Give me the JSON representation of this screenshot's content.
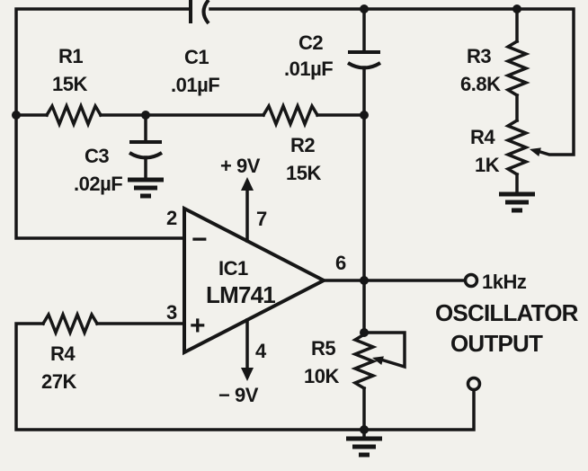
{
  "meta": {
    "description": "Twin-T 1kHz audio oscillator schematic built around an LM741 op-amp",
    "ink_color": "#161616",
    "paper_color": "#f2f1ec"
  },
  "components": {
    "r1": {
      "ref": "R1",
      "value": "15K"
    },
    "r2": {
      "ref": "R2",
      "value": "15K"
    },
    "r3": {
      "ref": "R3",
      "value": "6.8K"
    },
    "r4_trimmer": {
      "ref": "R4",
      "value": "1K"
    },
    "r4_bottom": {
      "ref": "R4",
      "value": "27K"
    },
    "r5": {
      "ref": "R5",
      "value": "10K"
    },
    "c1": {
      "ref": "C1",
      "value": ".01µF"
    },
    "c2": {
      "ref": "C2",
      "value": ".01µF"
    },
    "c3": {
      "ref": "C3",
      "value": ".02µF"
    }
  },
  "opamp": {
    "ref": "IC1",
    "part": "LM741",
    "minus_sign": "−",
    "plus_sign": "+",
    "pin_inverting": "2",
    "pin_noninverting": "3",
    "pin_vplus": "7",
    "pin_vminus": "4",
    "pin_output": "6"
  },
  "power": {
    "positive": "+ 9V",
    "negative": "− 9V"
  },
  "output": {
    "freq": "1kHz",
    "line1": "OSCILLATOR",
    "line2": "OUTPUT"
  }
}
